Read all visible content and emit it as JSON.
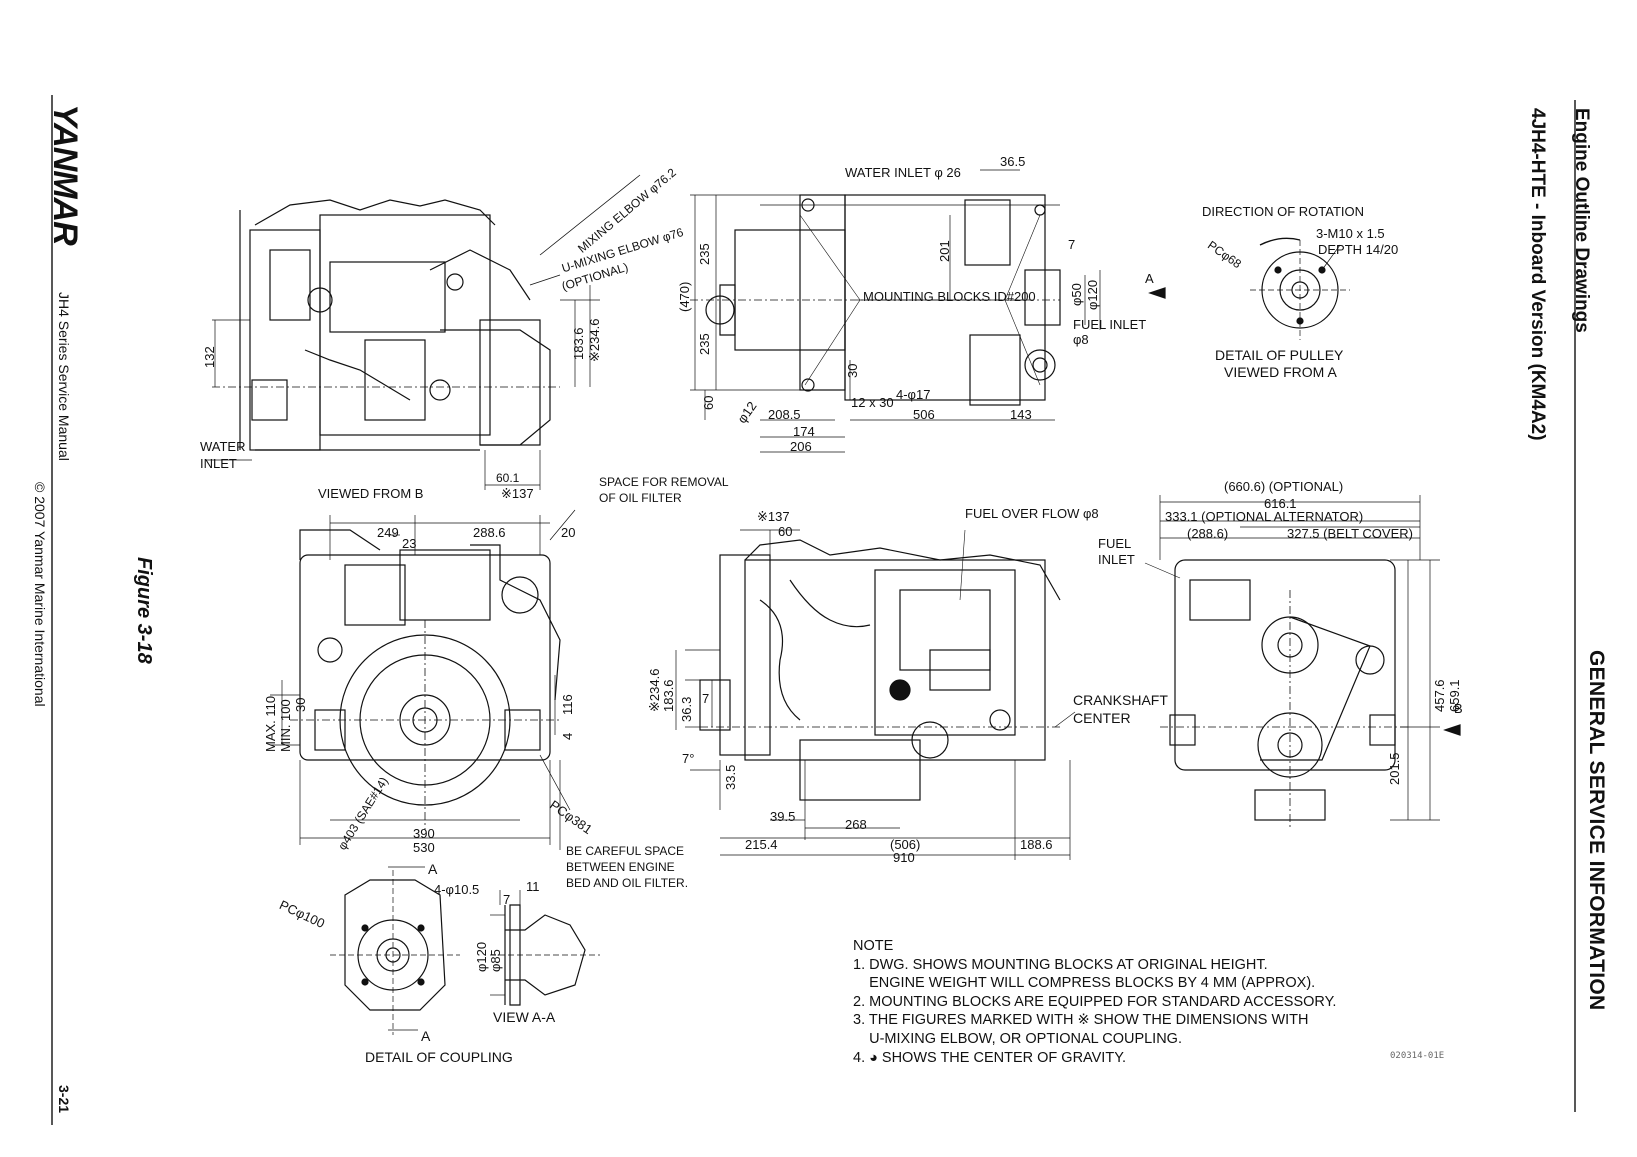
{
  "header": {
    "section": "GENERAL SERVICE INFORMATION",
    "topic": "Engine Outline Drawings",
    "title": "4JH4-HTE - Inboard Version (KM4A2)"
  },
  "sidebar": {
    "logo": "YANMAR",
    "manual": "JH4 Series Service Manual",
    "copyright": "© 2007 Yanmar Marine International",
    "page_number": "3-21"
  },
  "figure": {
    "caption": "Figure 3-18",
    "drawing_code": "020314-01E",
    "labels": {
      "water_inlet_top": "WATER INLET φ 26",
      "dim_36_5": "36.5",
      "mixing_elbow": "MIXING ELBOW φ76.2",
      "u_mixing_elbow": "U-MIXING ELBOW φ76",
      "optional": "(OPTIONAL)",
      "dim_235a": "235",
      "dim_235b": "235",
      "dim_470": "(470)",
      "dim_201": "201",
      "dim_7a": "7",
      "mounting_blocks": "MOUNTING BLOCKS ID#200",
      "dim_phi50": "φ50",
      "dim_phi120a": "φ120",
      "view_a_marker": "A",
      "fuel_inlet_top": "FUEL INLET",
      "fuel_inlet_size": "φ8",
      "dim_132": "132",
      "dim_183_6a": "183.6",
      "dim_234_6a": "※234.6",
      "dim_30a": "30",
      "dim_12x30": "12 x 30",
      "dim_4phi17": "4-φ17",
      "dim_60a": "60",
      "dim_phi12": "φ12",
      "dim_208_5": "208.5",
      "dim_506": "506",
      "dim_143": "143",
      "dim_174": "174",
      "dim_206": "206",
      "water_inlet_left_1": "WATER",
      "water_inlet_left_2": "INLET",
      "dim_60_1": "60.1",
      "dim_137a": "※137",
      "viewed_from_b": "VIEWED FROM B",
      "direction_of_rotation": "DIRECTION OF ROTATION",
      "m10": "3-M10 x 1.5",
      "depth": "DEPTH 14/20",
      "pc_phi68": "PCφ68",
      "detail_pulley_1": "DETAIL OF PULLEY",
      "detail_pulley_2": "VIEWED FROM A",
      "space_removal_1": "SPACE FOR REMOVAL",
      "space_removal_2": "OF OIL FILTER",
      "dim_249": "249",
      "dim_288_6a": "288.6",
      "dim_20": "20",
      "dim_23": "23",
      "dim_137b": "※137",
      "dim_60b": "60",
      "fuel_over_flow": "FUEL OVER FLOW φ8",
      "dim_660_6": "(660.6) (OPTIONAL)",
      "dim_616_1": "616.1",
      "dim_333_1": "333.1 (OPTIONAL ALTERNATOR)",
      "dim_288_6b": "(288.6)",
      "dim_327_5": "327.5 (BELT COVER)",
      "fuel_inlet_mid_1": "FUEL",
      "fuel_inlet_mid_2": "INLET",
      "dim_max110": "MAX. 110",
      "dim_min100": "MIN. 100",
      "dim_30b": "30",
      "dim_116": "116",
      "dim_4": "4",
      "dim_234_6b": "※234.6",
      "dim_183_6b": "183.6",
      "dim_36_3": "36.3",
      "dim_7b": "7",
      "dim_7deg": "7°",
      "dim_33_5": "33.5",
      "crankshaft_1": "CRANKSHAFT",
      "crankshaft_2": "CENTER",
      "dim_457_6": "457.6",
      "dim_659_1": "659.1",
      "view_b_marker": "B",
      "dim_201_5": "201.5",
      "dim_phi403": "φ403 (SAE#14)",
      "pc_phi381": "PCφ381",
      "dim_390": "390",
      "dim_530": "530",
      "be_careful_1": "BE CAREFUL SPACE",
      "be_careful_2": "BETWEEN ENGINE",
      "be_careful_3": "BED AND OIL FILTER.",
      "dim_39_5": "39.5",
      "dim_268": "268",
      "dim_215_4": "215.4",
      "dim_506b": "(506)",
      "dim_188_6": "188.6",
      "dim_910": "910",
      "section_a_top": "A",
      "dim_4phi10_5": "4-φ10.5",
      "dim_11": "11",
      "dim_7c": "7",
      "pc_phi100": "PCφ100",
      "dim_phi120b": "φ120",
      "dim_phi85": "φ85",
      "view_aa": "VIEW A-A",
      "section_a_bottom": "A",
      "detail_coupling": "DETAIL OF COUPLING"
    },
    "notes": {
      "heading": "NOTE",
      "lines": [
        "1. DWG. SHOWS MOUNTING BLOCKS AT ORIGINAL HEIGHT.",
        "    ENGINE WEIGHT WILL COMPRESS BLOCKS BY 4 MM (APPROX).",
        "2. MOUNTING BLOCKS ARE EQUIPPED FOR STANDARD ACCESSORY.",
        "3. THE FIGURES MARKED WITH ※ SHOW THE DIMENSIONS WITH",
        "    U-MIXING ELBOW, OR OPTIONAL COUPLING.",
        "4. ◕ SHOWS THE CENTER OF GRAVITY."
      ]
    }
  }
}
